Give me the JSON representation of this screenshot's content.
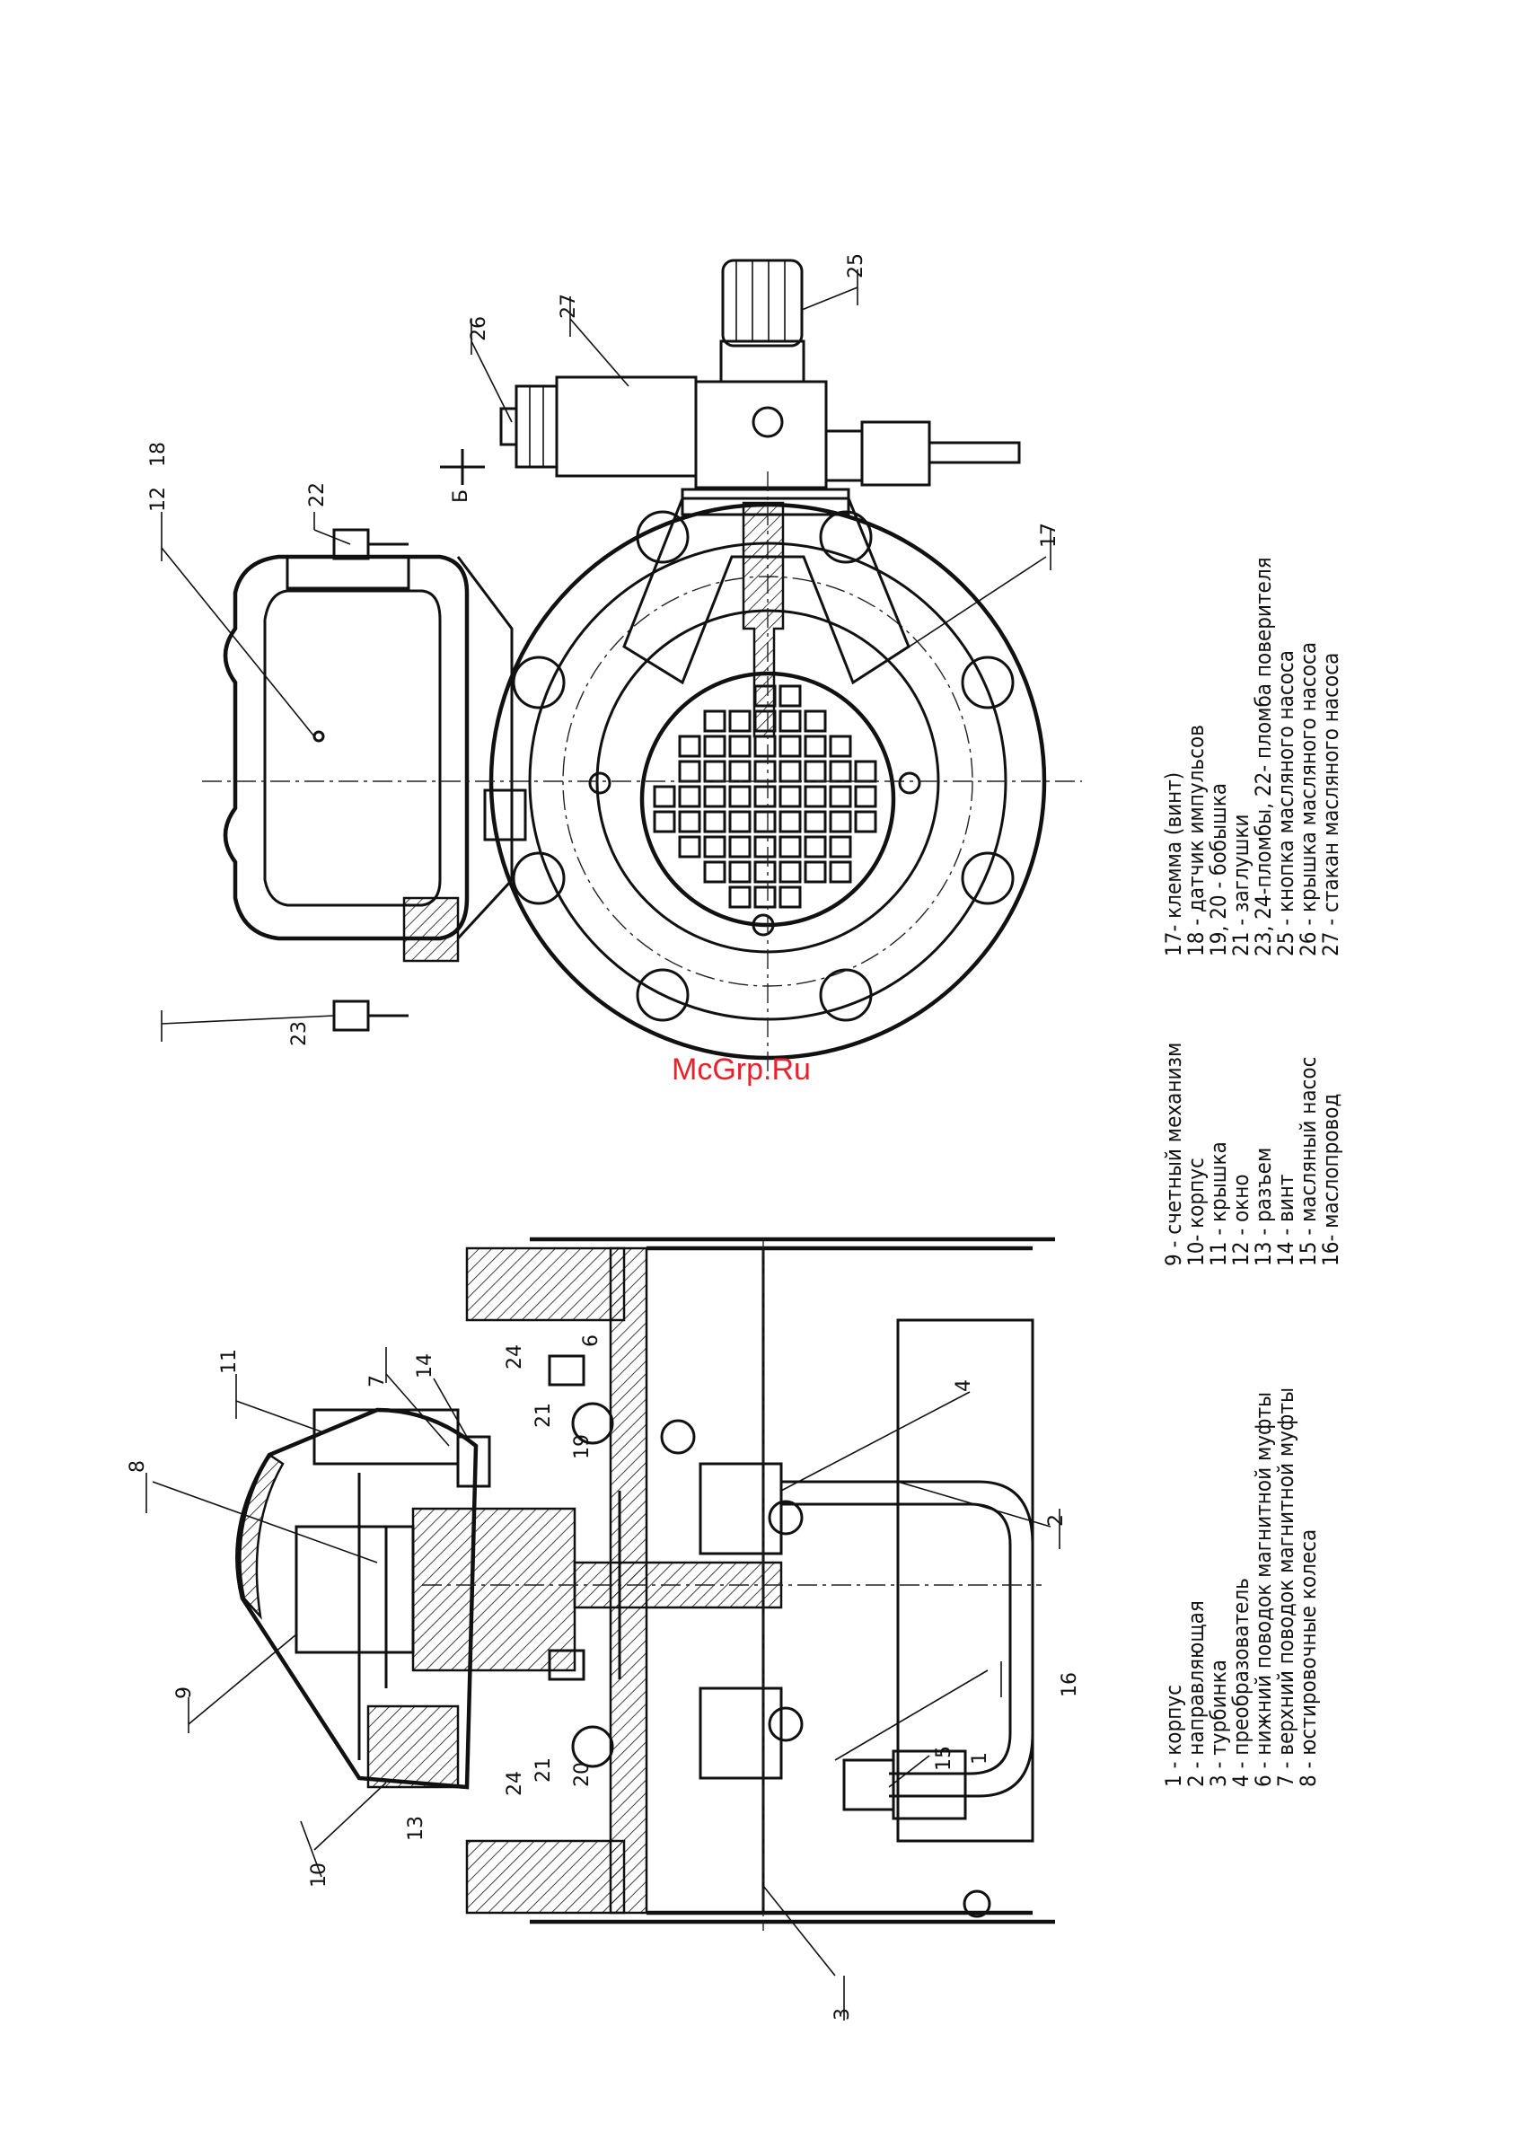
{
  "watermark": "McGrp.Ru",
  "section_mark": "Б",
  "left_view_callouts": [
    "1",
    "2",
    "3",
    "4",
    "6",
    "7",
    "8",
    "9",
    "10",
    "11",
    "13",
    "14",
    "15",
    "16",
    "19",
    "20",
    "21",
    "21",
    "24",
    "24"
  ],
  "right_view_callouts": [
    "12",
    "17",
    "18",
    "22",
    "23",
    "25",
    "26",
    "27"
  ],
  "legend_col1": [
    "1 - корпус",
    "2 - направляющая",
    "3 - турбинка",
    "4 - преобразователь",
    "6 - нижний поводок магнитной муфты",
    "7 - верхний поводок магнитной муфты",
    "8 - юстировочные колеса"
  ],
  "legend_col2": [
    "9 - счетный механизм",
    "10- корпус",
    "11 - крышка",
    "12 - окно",
    "13 - разъем",
    "14 - винт",
    "15 - масляный насос",
    "16- маслопровод"
  ],
  "legend_col3": [
    "17- клемма (винт)",
    "18 - датчик импульсов",
    "19, 20 - бобышка",
    "21 - заглушки",
    "23, 24-пломбы, 22- пломба поверителя",
    "25 - кнопка масляного насоса",
    "26 - крышка масляного насоса",
    "27 - стакан масляного насоса"
  ]
}
